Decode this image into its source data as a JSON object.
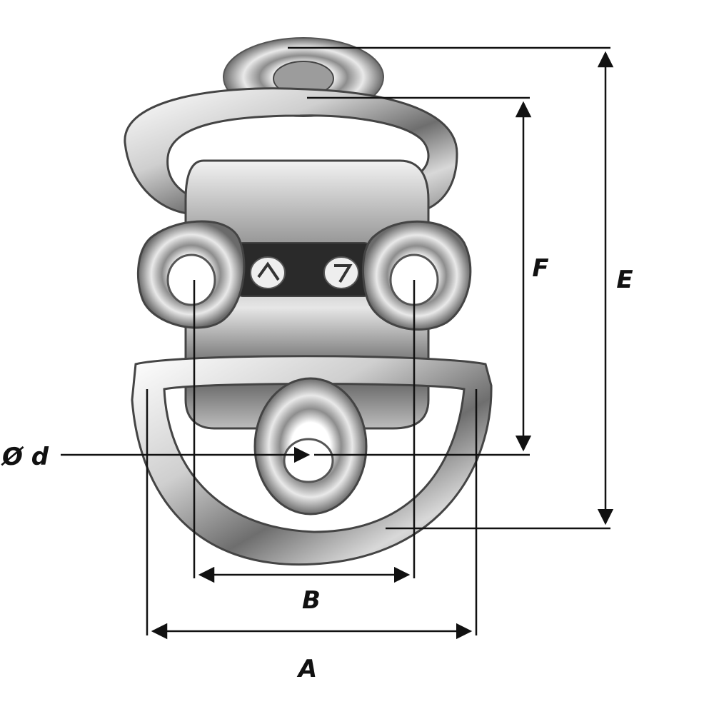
{
  "dimensions": {
    "a": "A",
    "b": "B",
    "e": "E",
    "f": "F",
    "d": "Ø d"
  },
  "colors": {
    "line": "#111111",
    "steel_light": "#f4f4f4",
    "steel_mid": "#b9b9b9",
    "steel_dark": "#4a4a4a",
    "hole": "#ffffff"
  }
}
